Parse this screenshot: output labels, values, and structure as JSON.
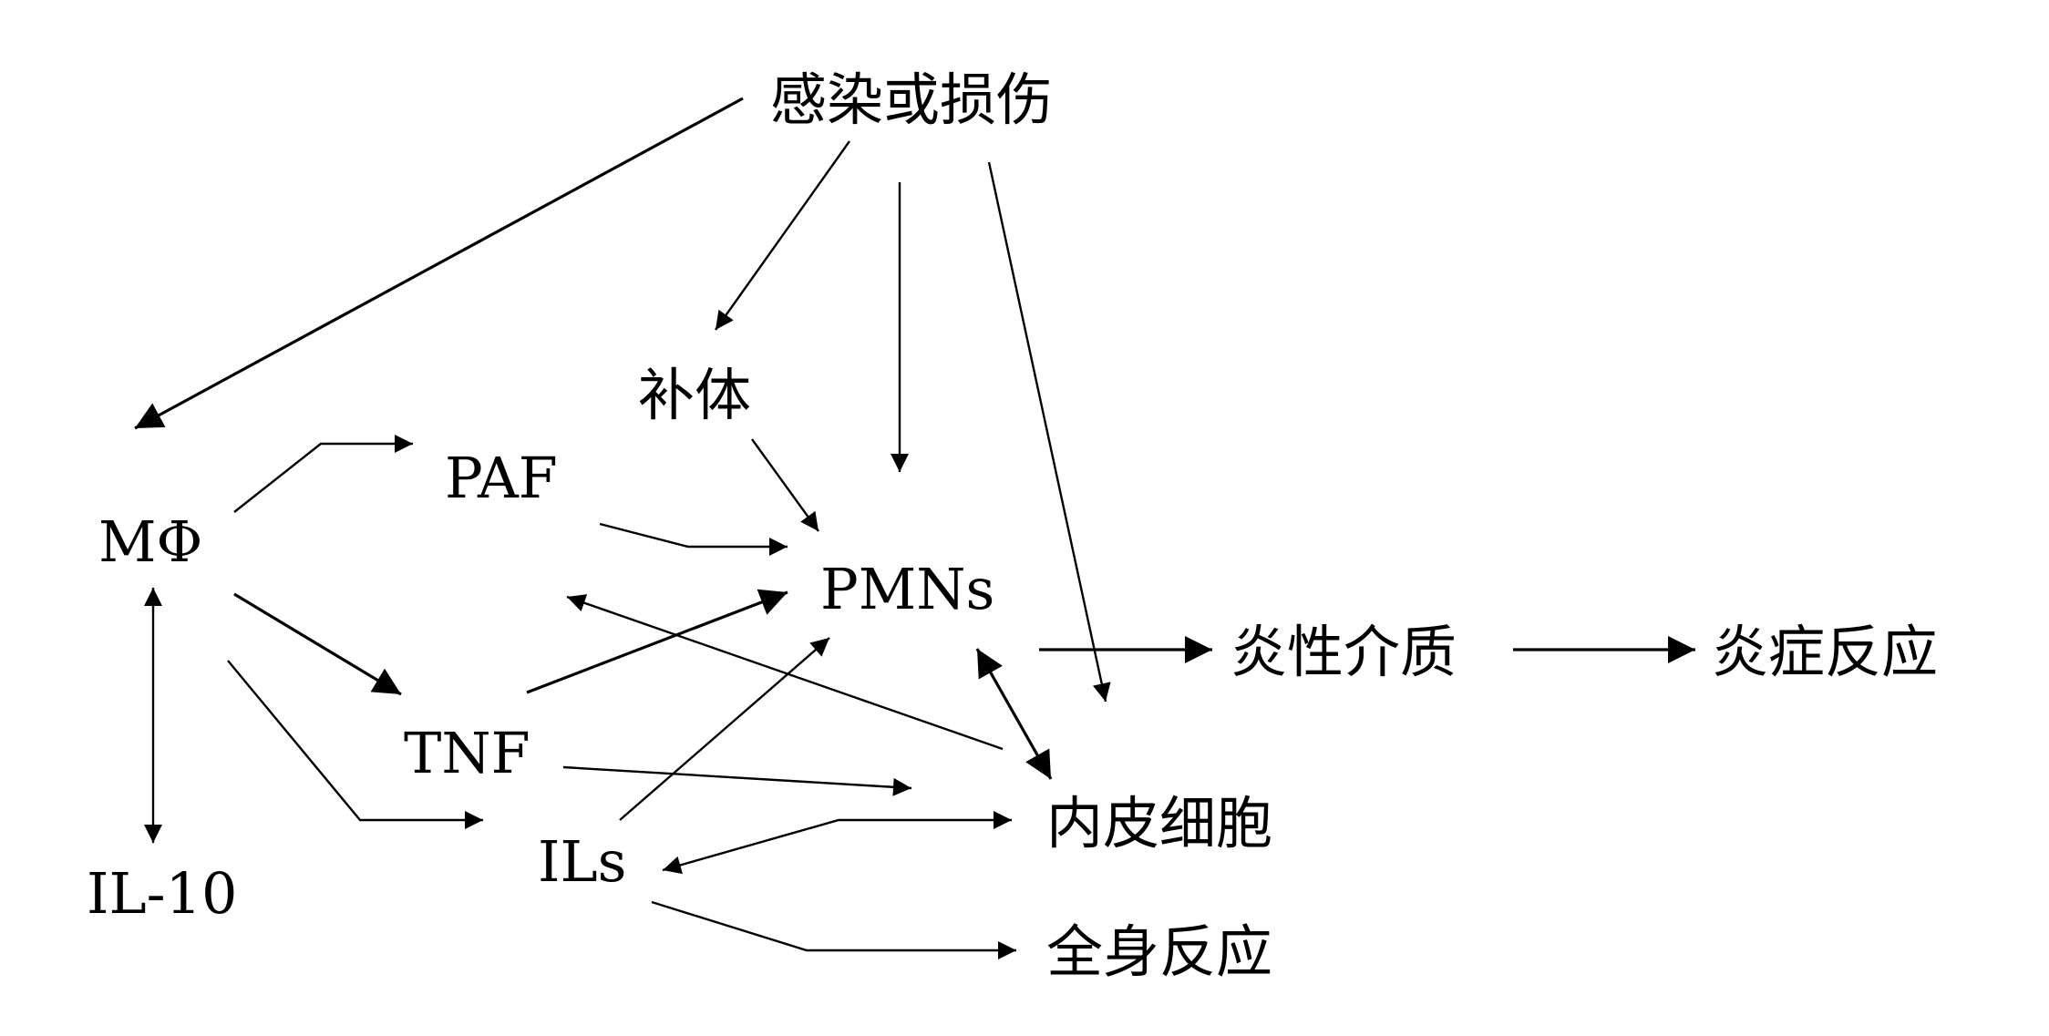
{
  "diagram": {
    "nodes": {
      "infection": "感染或损伤",
      "complement": "补体",
      "macrophage": "MΦ",
      "paf": "PAF",
      "pmns": "PMNs",
      "tnf": "TNF",
      "ils": "ILs",
      "il10": "IL-10",
      "mediators": "炎性介质",
      "inflammation": "炎症反应",
      "endothelium": "内皮细胞",
      "systemic": "全身反应"
    },
    "edges": [
      {
        "from": "infection",
        "to": "macrophage"
      },
      {
        "from": "infection",
        "to": "complement"
      },
      {
        "from": "infection",
        "to": "pmns"
      },
      {
        "from": "infection",
        "to": "endothelium"
      },
      {
        "from": "complement",
        "to": "pmns"
      },
      {
        "from": "macrophage",
        "to": "paf"
      },
      {
        "from": "macrophage",
        "to": "tnf"
      },
      {
        "from": "macrophage",
        "to": "ils"
      },
      {
        "from": "macrophage",
        "to": "il10",
        "bidirectional": true
      },
      {
        "from": "paf",
        "to": "pmns"
      },
      {
        "from": "tnf",
        "to": "pmns"
      },
      {
        "from": "tnf",
        "to": "endothelium"
      },
      {
        "from": "ils",
        "to": "pmns"
      },
      {
        "from": "ils",
        "to": "endothelium",
        "bidirectional": true
      },
      {
        "from": "ils",
        "to": "systemic"
      },
      {
        "from": "endothelium",
        "to": "paf"
      },
      {
        "from": "pmns",
        "to": "endothelium",
        "bidirectional": true
      },
      {
        "from": "pmns",
        "to": "mediators"
      },
      {
        "from": "mediators",
        "to": "inflammation"
      }
    ],
    "colors": {
      "ink": "#000000",
      "background": "#ffffff"
    }
  }
}
